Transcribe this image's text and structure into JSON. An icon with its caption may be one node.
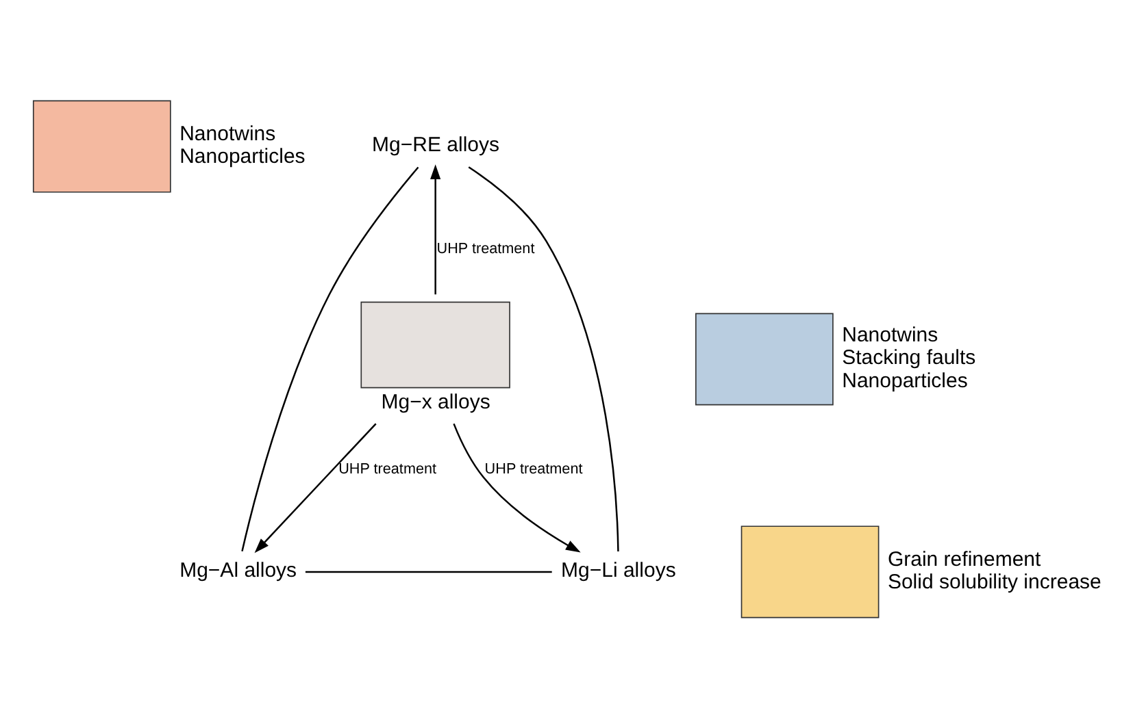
{
  "diagram": {
    "nodes": [
      {
        "text": [
          "Mg−RE alloys"
        ]
      },
      {
        "text": [],
        "shape": "box",
        "beside": [
          "Nanotwins",
          "Nanoparticles"
        ]
      },
      {
        "text": [
          "Mg−x alloys"
        ]
      },
      {
        "text": [],
        "shape": "box",
        "beside": [
          "Nanotwins",
          "Stacking faults",
          "Nanoparticles"
        ]
      },
      {
        "text": [
          "Mg−Al alloys"
        ]
      },
      {
        "text": [
          "Mg−Li alloys"
        ]
      },
      {
        "text": [],
        "shape": "box",
        "beside": [
          "Grain refinement",
          "Solid solubility increase"
        ]
      }
    ],
    "edges": [
      {
        "from": 2,
        "to": 0,
        "arrow": "to",
        "label": "UHP treatment"
      },
      {
        "from": 2,
        "to": 4,
        "arrow": "to",
        "label": "UHP treatment"
      },
      {
        "from": 2,
        "to": 5,
        "arrow": "to",
        "label": "UHP treatment"
      },
      {
        "from": 0,
        "to": 4,
        "arrow": "none"
      },
      {
        "from": 0,
        "to": 5,
        "arrow": "none"
      },
      {
        "from": 4,
        "to": 5,
        "arrow": "none"
      }
    ]
  }
}
